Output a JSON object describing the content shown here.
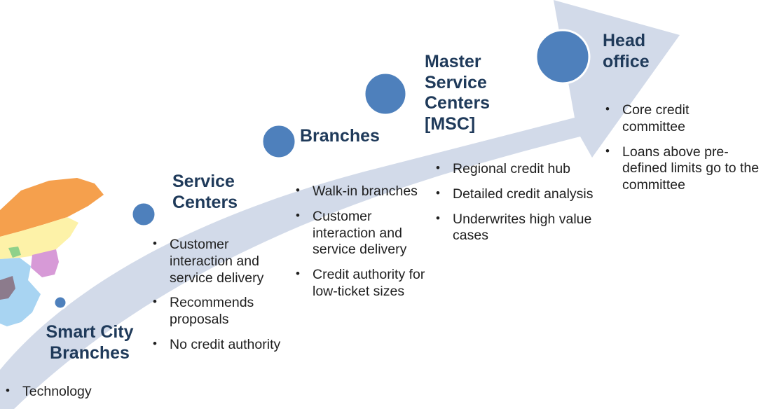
{
  "colors": {
    "arrow_fill": "#d2dae9",
    "circle_fill": "#4e80bc",
    "circle_stroke": "#ffffff",
    "title_color": "#1f3a5a",
    "text_color": "#1f1f1f"
  },
  "stages": [
    {
      "title": "Smart City Branches",
      "bullets": [
        "Technology"
      ]
    },
    {
      "title": "Service Centers",
      "bullets": [
        "Customer interaction and service delivery",
        "Recommends proposals",
        "No credit authority"
      ]
    },
    {
      "title": "Branches",
      "bullets": [
        "Walk-in branches",
        "Customer interaction and service delivery",
        "Credit authority for low-ticket sizes"
      ]
    },
    {
      "title": "Master Service Centers [MSC]",
      "bullets": [
        "Regional credit hub",
        "Detailed credit analysis",
        "Underwrites high value cases"
      ]
    },
    {
      "title": "Head office",
      "bullets": [
        "Core credit committee",
        "Loans above pre-defined limits go to the committee"
      ]
    }
  ]
}
